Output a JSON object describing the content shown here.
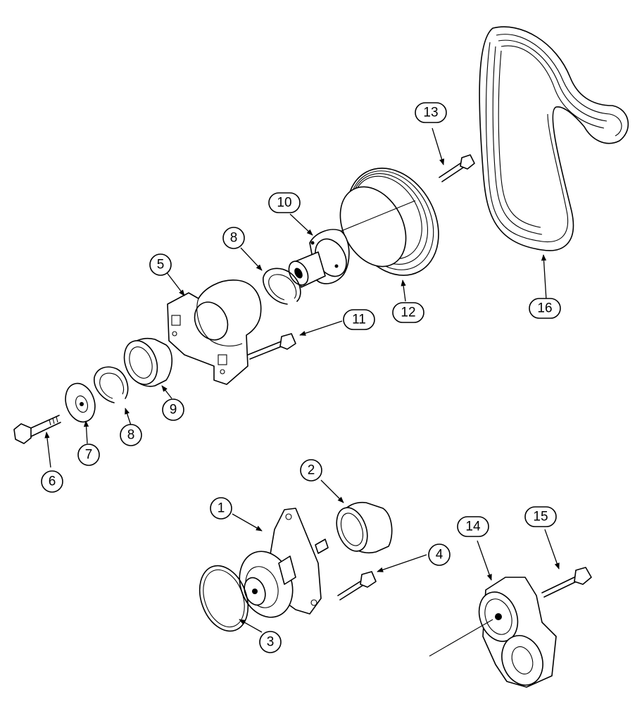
{
  "callouts": [
    {
      "id": "c1",
      "label": "1"
    },
    {
      "id": "c2",
      "label": "2"
    },
    {
      "id": "c3",
      "label": "3"
    },
    {
      "id": "c4",
      "label": "4"
    },
    {
      "id": "c5",
      "label": "5"
    },
    {
      "id": "c6",
      "label": "6"
    },
    {
      "id": "c7",
      "label": "7"
    },
    {
      "id": "c8a",
      "label": "8"
    },
    {
      "id": "c8b",
      "label": "8"
    },
    {
      "id": "c9",
      "label": "9"
    },
    {
      "id": "c10",
      "label": "10"
    },
    {
      "id": "c11",
      "label": "11"
    },
    {
      "id": "c12",
      "label": "12"
    },
    {
      "id": "c13",
      "label": "13"
    },
    {
      "id": "c14",
      "label": "14"
    },
    {
      "id": "c15",
      "label": "15"
    },
    {
      "id": "c16",
      "label": "16"
    }
  ]
}
